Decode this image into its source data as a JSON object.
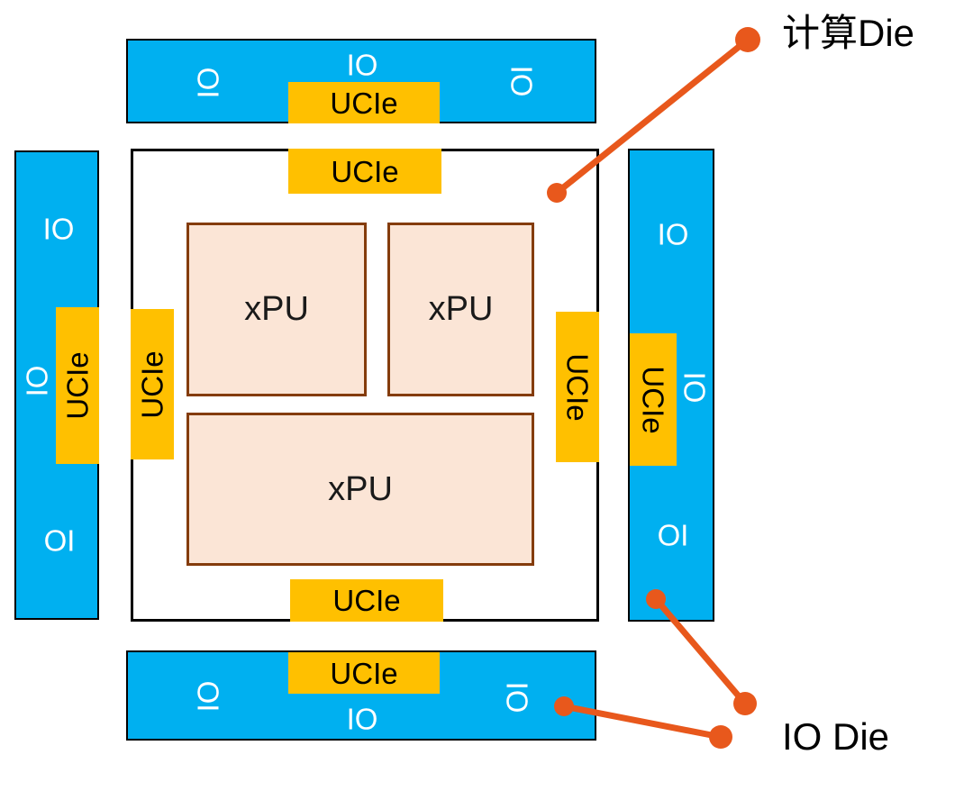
{
  "colors": {
    "io_die_fill": "#00B0F0",
    "ucie_fill": "#FFC000",
    "xpu_fill": "#FBE5D6",
    "xpu_border": "#843C0C",
    "outline": "#000000",
    "connector": "#E8581C",
    "io_text": "#FFFFFF",
    "ucie_text": "#000000"
  },
  "labels": {
    "io": "IO",
    "ucie": "UCIe",
    "xpu": "xPU"
  },
  "annotations": {
    "compute_die": "计算Die",
    "io_die": "IO Die"
  }
}
